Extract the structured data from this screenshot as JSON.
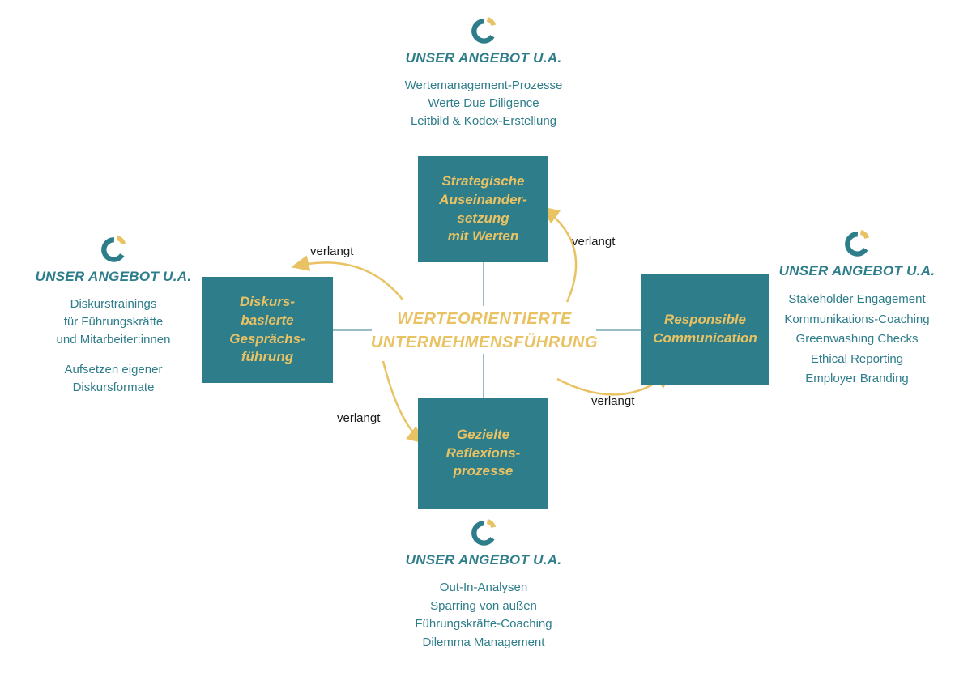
{
  "colors": {
    "teal": "#2E7D8A",
    "gold": "#E9C263",
    "label_text": "#1A1A1A",
    "background": "#FFFFFF"
  },
  "center_title": {
    "text": "WERTEORIENTIERTE\nUNTERNEHMENSFÜHRUNG"
  },
  "nodes": {
    "top": {
      "label": "Strategische\nAuseinander-\nsetzung\nmit Werten"
    },
    "left": {
      "label": "Diskurs-\nbasierte\nGesprächs-\nführung"
    },
    "right": {
      "label": "Responsible\nCommunication"
    },
    "bottom": {
      "label": "Gezielte\nReflexions-\nprozesse"
    }
  },
  "offers": {
    "top": {
      "heading": "UNSER ANGEBOT U.A.",
      "items": [
        "Wertemanagement-Prozesse",
        "Werte Due Diligence",
        "Leitbild & Kodex-Erstellung"
      ]
    },
    "left": {
      "heading": "UNSER ANGEBOT U.A.",
      "items": [
        "Diskurstrainings\nfür Führungskräfte\nund Mitarbeiter:innen",
        "Aufsetzen eigener\nDiskursformate"
      ]
    },
    "right": {
      "heading": "UNSER ANGEBOT U.A.",
      "items": [
        "Stakeholder Engagement",
        "Kommunikations-Coaching",
        "Greenwashing Checks",
        "Ethical Reporting",
        "Employer Branding"
      ]
    },
    "bottom": {
      "heading": "UNSER ANGEBOT U.A.",
      "items": [
        "Out-In-Analysen",
        "Sparring von außen",
        "Führungskräfte-Coaching",
        "Dilemma Management"
      ]
    }
  },
  "arrows": {
    "labels": [
      "verlangt",
      "verlangt",
      "verlangt",
      "verlangt"
    ]
  }
}
